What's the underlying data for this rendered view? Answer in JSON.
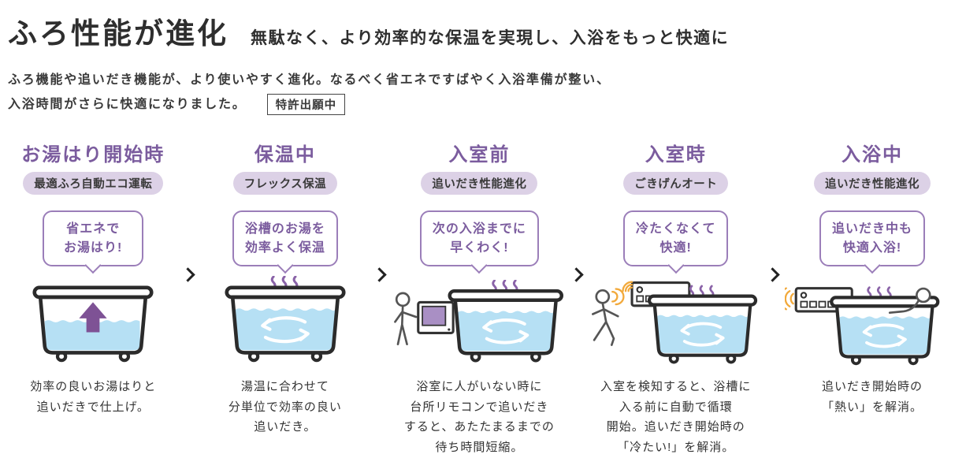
{
  "header": {
    "title": "ふろ性能が進化",
    "subtitle": "無駄なく、より効率的な保温を実現し、入浴をもっと快適に",
    "lead_line1": "ふろ機能や追いだき機能が、より使いやすく進化。なるべく省エネですばやく入浴準備が整い、",
    "lead_line2": "入浴時間がさらに快適になりました。",
    "patent_badge": "特許出願中"
  },
  "icons": {
    "step_separator": "chevron-right",
    "steam": "steam-wiggle-lines",
    "circulation": "circulation-arrows",
    "fill": "up-arrow",
    "signal": "wireless-signal-arcs"
  },
  "colors": {
    "accent_purple": "#7B5C9E",
    "pill_bg": "#DCD1E6",
    "bubble_border": "#9B7EB9",
    "water_blue": "#B6E0F4",
    "steam_purple": "#8A63A8",
    "fill_arrow_purple": "#7E5295",
    "remote_screen_purple": "#A98FC4",
    "signal_orange": "#F2A93B",
    "outline_dark": "#2B2B2B",
    "text_dark": "#333333"
  },
  "steps": [
    {
      "heading": "お湯はり開始時",
      "pill": "最適ふろ自動エコ運転",
      "bubble": "省エネで\nお湯はり!",
      "illustration": "bathtub-filling-up-arrow",
      "description": "効率の良いお湯はりと\n追いだきで仕上げ。"
    },
    {
      "heading": "保温中",
      "pill": "フレックス保温",
      "bubble": "浴槽のお湯を\n効率よく保温",
      "illustration": "bathtub-keep-warm-circulation",
      "description": "湯温に合わせて\n分単位で効率の良い\n追いだき。"
    },
    {
      "heading": "入室前",
      "pill": "追いだき性能進化",
      "bubble": "次の入浴までに\n早くわく!",
      "illustration": "person-kitchen-remote-and-bathtub",
      "description": "浴室に人がいない時に\n台所リモコンで追いだき\nすると、あたたまるまでの\n待ち時間短縮。"
    },
    {
      "heading": "入室時",
      "pill": "ごきげんオート",
      "bubble": "冷たくなくて\n快適!",
      "illustration": "person-entering-sensor-and-bathtub",
      "description": "入室を検知すると、浴槽に\n入る前に自動で循環\n開始。追いだき開始時の\n「冷たい!」を解消。"
    },
    {
      "heading": "入浴中",
      "pill": "追いだき性能進化",
      "bubble": "追いだき中も\n快適入浴!",
      "illustration": "remote-and-person-bathing",
      "description": "追いだき開始時の\n「熱い」を解消。"
    }
  ]
}
